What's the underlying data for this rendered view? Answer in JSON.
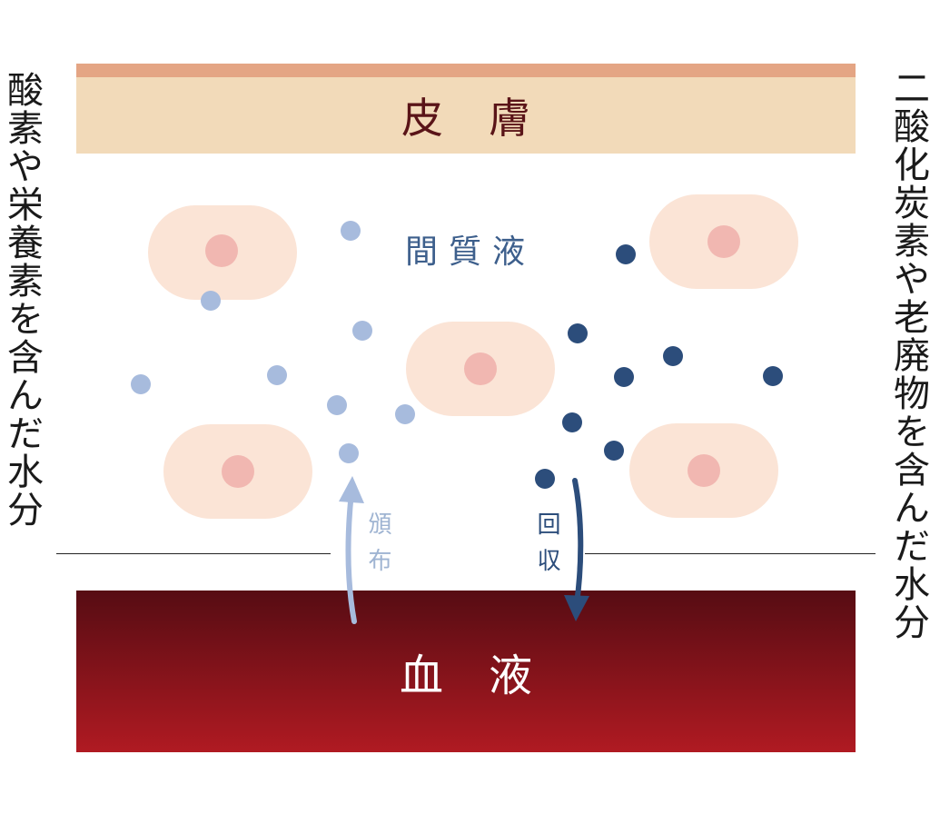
{
  "left_caption": "酸素や栄養素を含んだ水分",
  "right_caption": "二酸化炭素や老廃物を含んだ水分",
  "skin_label": "皮膚",
  "interstitial_label": "間質液",
  "blood_label": "血液",
  "distribute_label": "頒布",
  "collect_label": "回収",
  "colors": {
    "skin_edge": "#e4a584",
    "skin": "#f2dab9",
    "cell": "#fbe4d6",
    "nucleus": "#f1b7b1",
    "oxygen_dot": "#a7bbdd",
    "waste_dot": "#2c4d7b",
    "blood_top": "#560c13",
    "blood_bottom": "#b01a22"
  }
}
